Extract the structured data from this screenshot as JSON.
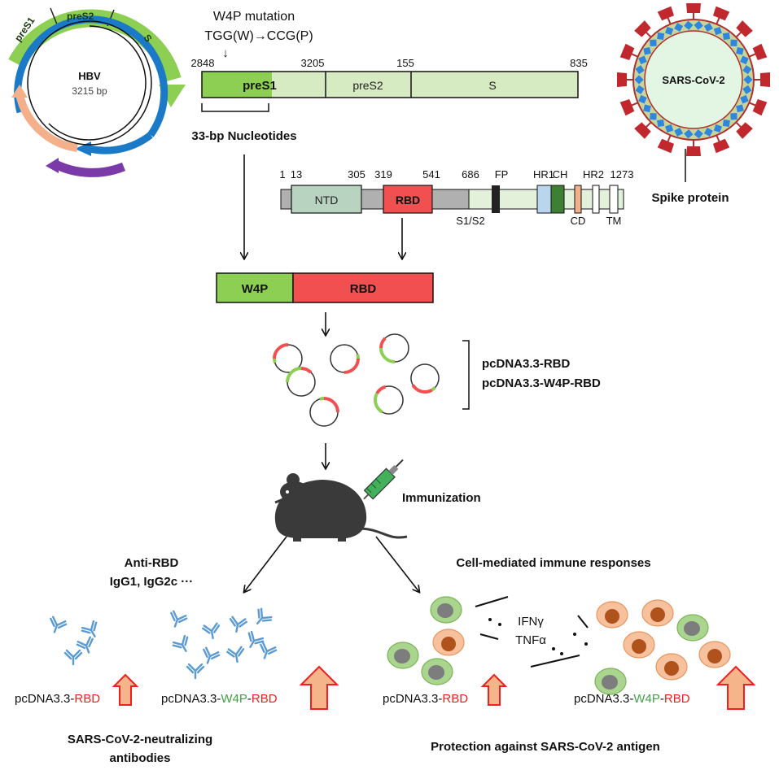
{
  "hbv": {
    "segments": [
      "preS1",
      "preS2",
      "S"
    ],
    "name": "HBV",
    "size": "3215 bp"
  },
  "mutation": {
    "title": "W4P mutation",
    "codon": "TGG(W)→CCG(P)",
    "arrow": "↓",
    "positions": [
      "2848",
      "3205",
      "155",
      "835"
    ],
    "regions": [
      "preS1",
      "preS2",
      "S"
    ],
    "nucleotides": "33-bp Nucleotides"
  },
  "sars": {
    "name": "SARS-CoV-2",
    "spike_label": "Spike protein"
  },
  "spike_gene": {
    "positions": [
      "1",
      "13",
      "305",
      "319",
      "541",
      "686",
      "FP",
      "HR1",
      "CH",
      "HR2",
      "1273"
    ],
    "domains": [
      "NTD",
      "RBD"
    ],
    "bottom_labels": [
      "S1/S2",
      "CD",
      "TM"
    ]
  },
  "fusion": {
    "left": "W4P",
    "right": "RBD"
  },
  "plasmids": {
    "names": [
      "pcDNA3.3-RBD",
      "pcDNA3.3-W4P-RBD"
    ]
  },
  "immunization": "Immunization",
  "left_panel": {
    "antibody_title": "Anti-RBD",
    "isotypes": "IgG1, IgG2c ···",
    "label_a_prefix": "pcDNA3.3-",
    "label_a_rbd": "RBD",
    "label_b_prefix": "pcDNA3.3-",
    "label_b_w4p": "W4P",
    "label_b_sep": "-",
    "label_b_rbd": "RBD",
    "caption_line1": "SARS-CoV-2-neutralizing",
    "caption_line2": "antibodies"
  },
  "right_panel": {
    "title": "Cell-mediated immune responses",
    "cytokine1": "IFNγ",
    "cytokine2": "TNFα",
    "label_a_prefix": "pcDNA3.3-",
    "label_a_rbd": "RBD",
    "label_b_prefix": "pcDNA3.3-",
    "label_b_w4p": "W4P",
    "label_b_sep": "-",
    "label_b_rbd": "RBD",
    "caption": "Protection against SARS-CoV-2 antigen"
  },
  "colors": {
    "green": "#8dcf52",
    "light_green": "#d6ebc1",
    "red": "#f25050",
    "blue": "#1a7ac7",
    "purple": "#7a3aa8",
    "peach": "#f3b08a",
    "antibody_blue": "#5b9bd5",
    "arrow_red": "#ee2020",
    "arrow_fill": "#f5b48a"
  }
}
